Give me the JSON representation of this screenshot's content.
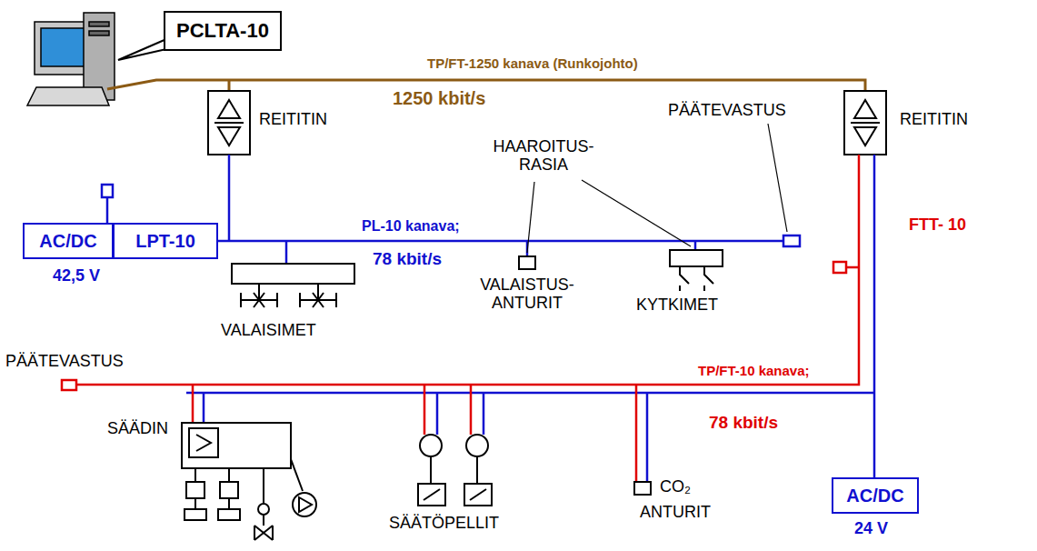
{
  "diagram": {
    "nodes": [
      {
        "text": [
          "PCLTA-10"
        ]
      },
      {
        "text": [
          "AC/DC"
        ]
      },
      {
        "text": [
          "LPT-10"
        ]
      },
      {
        "text": [
          "AC/DC"
        ]
      }
    ],
    "labels": [
      "TP/FT-1250 kanava (Runkojohto)",
      "1250 kbit/s",
      "REITITIN",
      "HAAROITUS- RASIA",
      "REITITIN",
      "PÄÄTEVASTUS",
      "FTT- 10",
      "PL-10 kanava;",
      "78 kbit/s",
      "42,5 V",
      "VALAISTUS- ANTURIT",
      "KYTKIMET",
      "VALAISIMET",
      "PÄÄTEVASTUS",
      "TP/FT-10 kanava;",
      "78 kbit/s",
      "SÄÄDIN",
      "CO₂",
      "ANTURIT",
      "SÄÄTÖPELLIT",
      "24 V"
    ]
  }
}
